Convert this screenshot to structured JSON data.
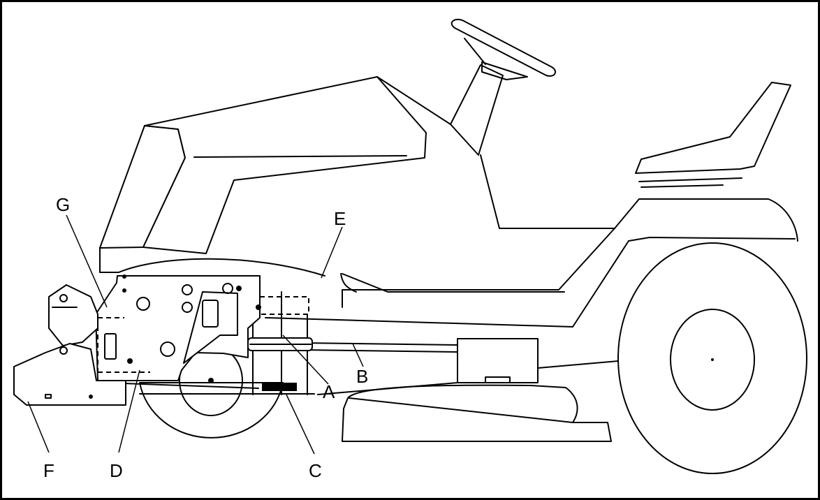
{
  "diagram": {
    "labels": {
      "a": "A",
      "b": "B",
      "c": "C",
      "d": "D",
      "e": "E",
      "f": "F",
      "g": "G"
    }
  }
}
